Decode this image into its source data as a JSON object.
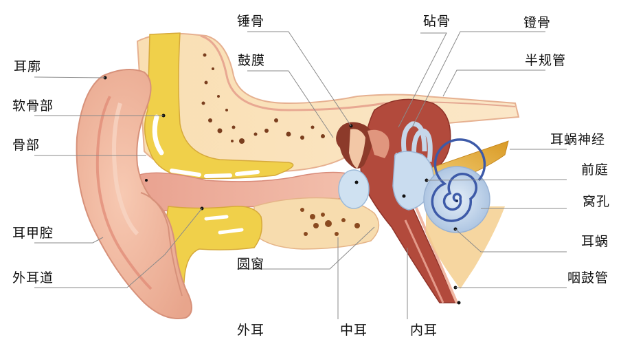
{
  "diagram": {
    "subject": "ear anatomy cross-section",
    "colors": {
      "skin": "#f2b9a0",
      "skin_dark": "#e49985",
      "cartilage_yellow": "#f1d24a",
      "bone": "#f7dcae",
      "bone_dark": "#ebc58d",
      "middle_ear_red": "#b24a3c",
      "inner_ear_blue": "#c9dcef",
      "spiral_blue": "#3d5aa8",
      "nerve_gold": "#e8b23b",
      "leader_line": "#8a8a8a"
    },
    "labels_left": [
      {
        "id": "auricle-helix",
        "text": "耳廓"
      },
      {
        "id": "cartilage-part",
        "text": "软骨部"
      },
      {
        "id": "bony-part",
        "text": "骨部"
      },
      {
        "id": "concha",
        "text": "耳甲腔"
      },
      {
        "id": "external-auditory-canal",
        "text": "外耳道"
      }
    ],
    "labels_top": [
      {
        "id": "malleus",
        "text": "锤骨"
      },
      {
        "id": "tympanic-membrane",
        "text": "鼓膜"
      },
      {
        "id": "incus",
        "text": "砧骨"
      },
      {
        "id": "stapes",
        "text": "镫骨"
      },
      {
        "id": "semicircular-canals",
        "text": "半规管"
      }
    ],
    "labels_right": [
      {
        "id": "cochlear-nerve",
        "text": "耳蜗神经"
      },
      {
        "id": "vestibule",
        "text": "前庭"
      },
      {
        "id": "oval-window",
        "text": "窝孔"
      },
      {
        "id": "cochlea",
        "text": "耳蜗"
      },
      {
        "id": "eustachian-tube",
        "text": "咽鼓管"
      }
    ],
    "labels_bottom": [
      {
        "id": "round-window",
        "text": "圆窗"
      },
      {
        "id": "outer-ear",
        "text": "外耳"
      },
      {
        "id": "middle-ear",
        "text": "中耳"
      },
      {
        "id": "inner-ear",
        "text": "内耳"
      }
    ]
  }
}
